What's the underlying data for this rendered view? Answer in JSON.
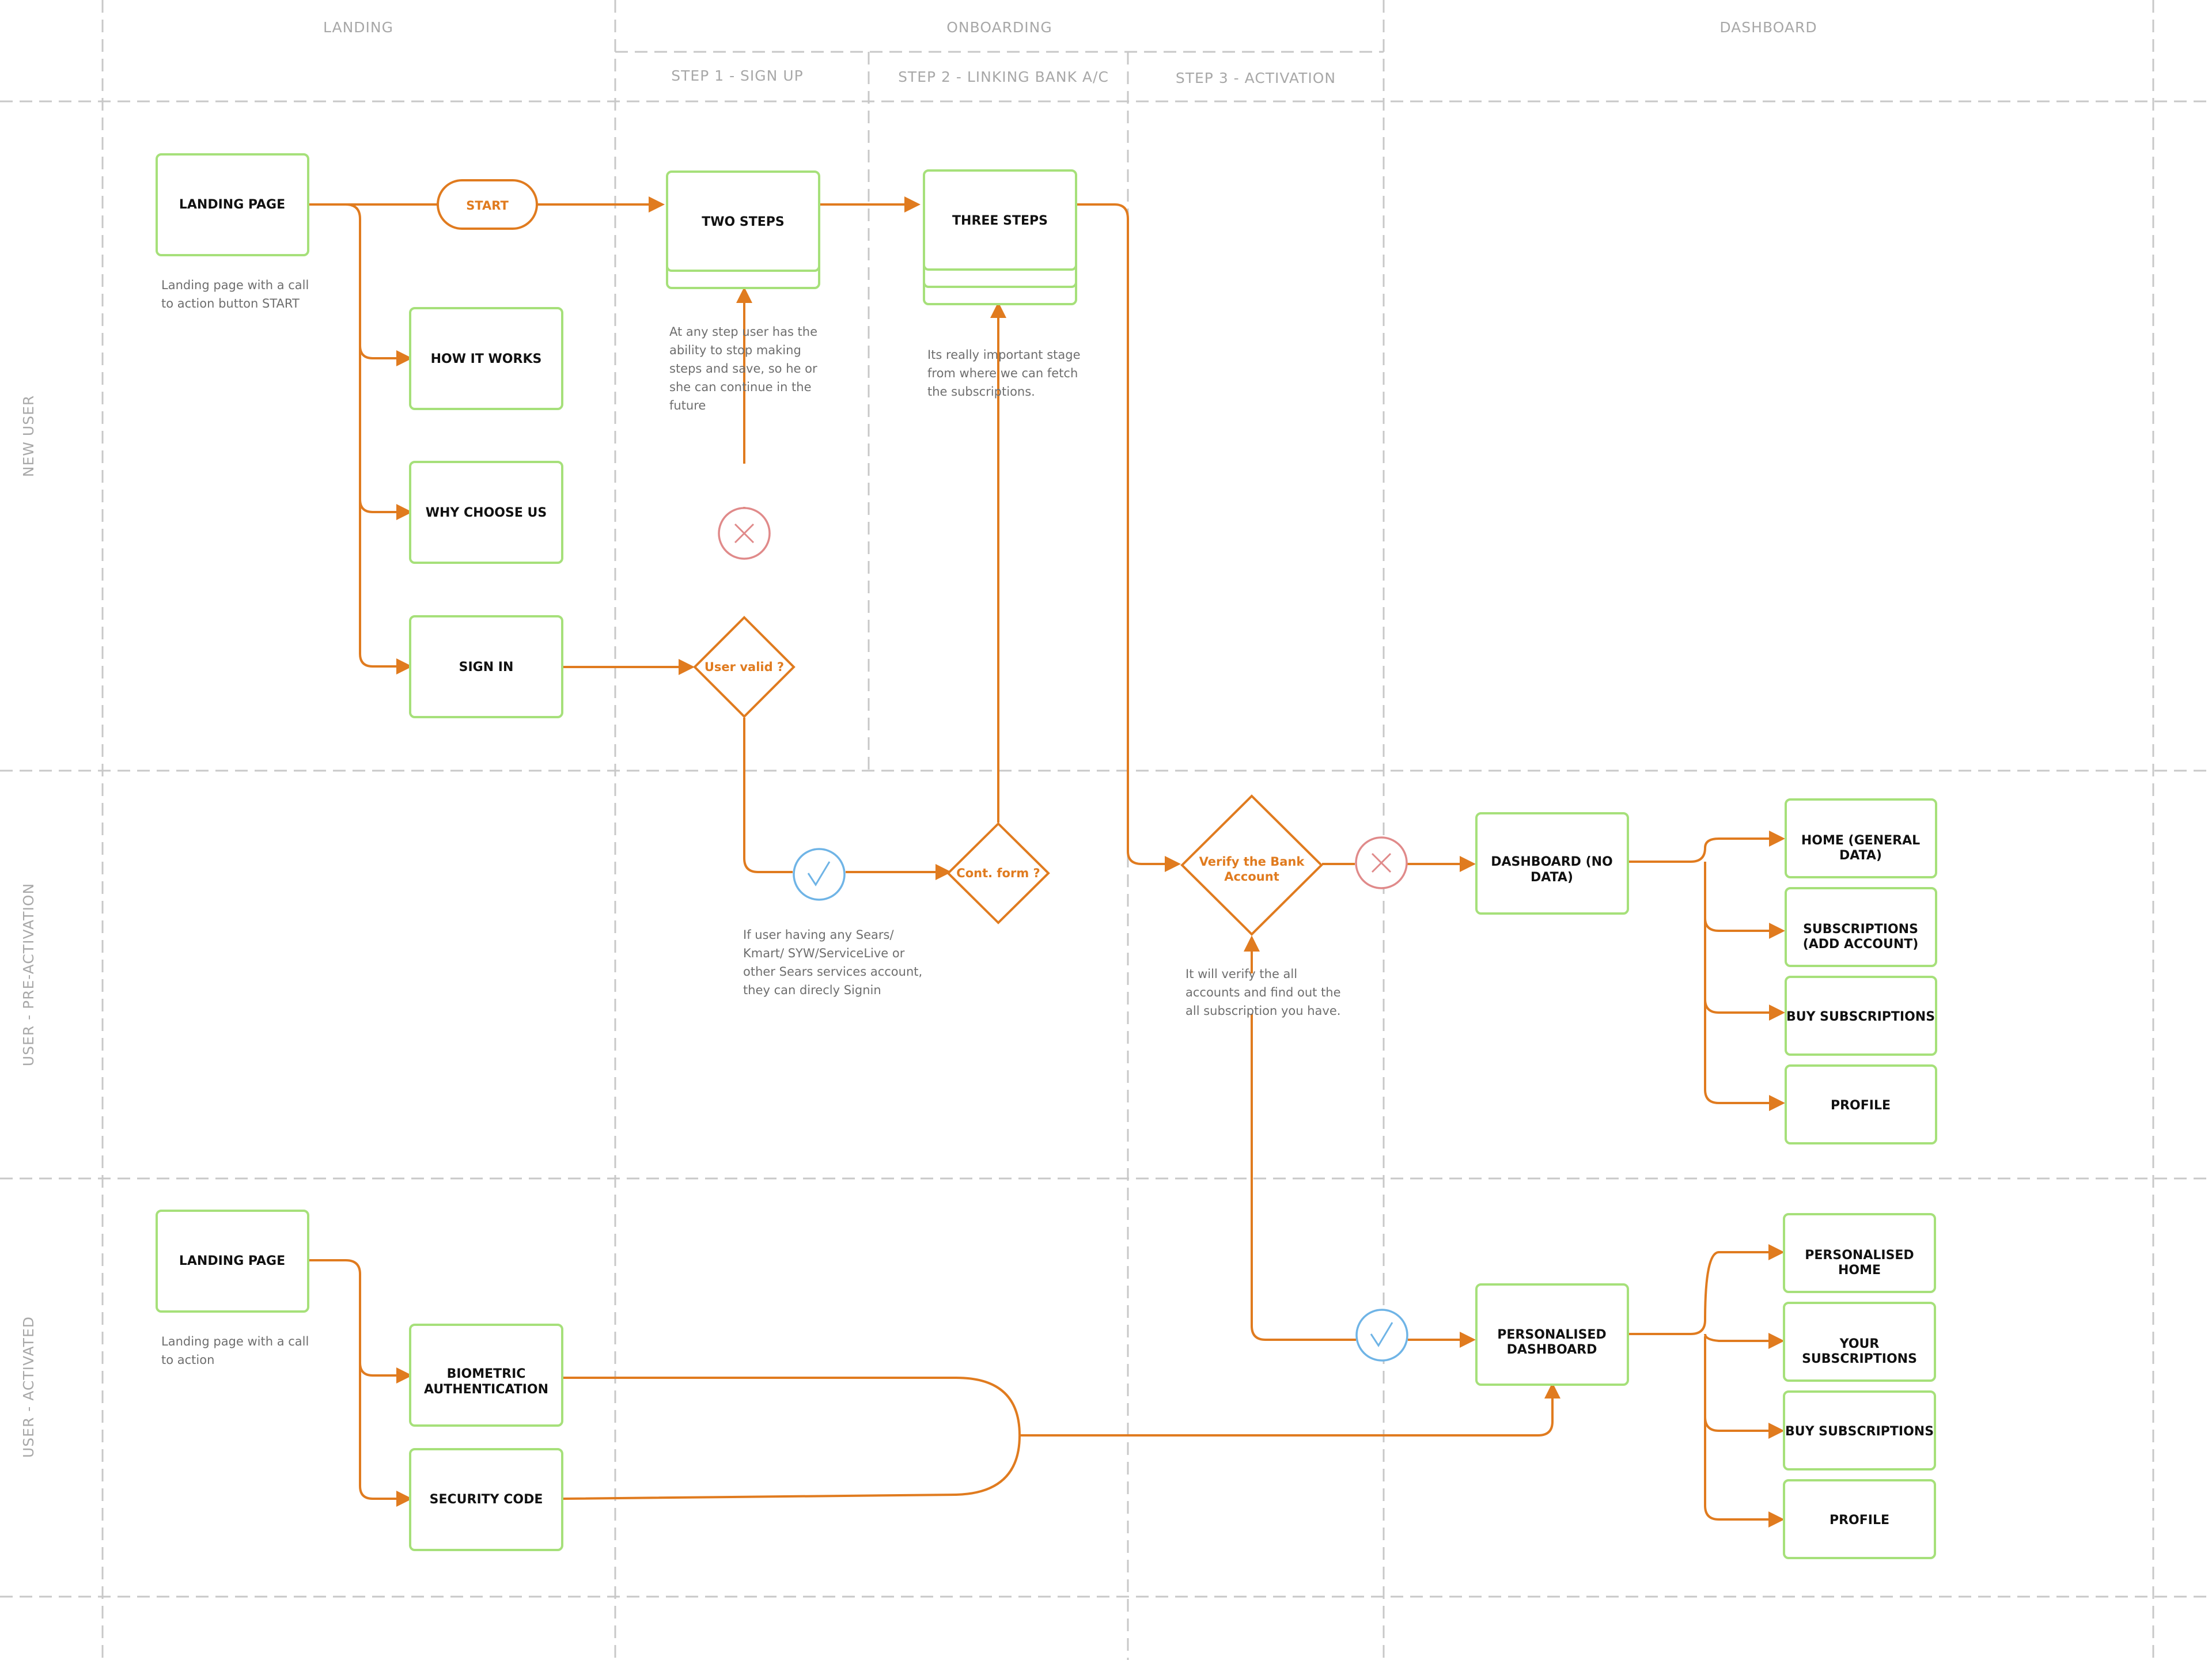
{
  "colors": {
    "flow": "#e07b1f",
    "box_border": "#a6e07a",
    "reject": "#e08a8a",
    "accept": "#6fb4e6",
    "grid": "#c8c8c8",
    "header_text": "#a8a8a8"
  },
  "columns": {
    "landing": "LANDING",
    "onboarding": "ONBOARDING",
    "dashboard": "DASHBOARD"
  },
  "steps": {
    "step1": "STEP 1 - SIGN UP",
    "step2": "STEP 2 - LINKING BANK A/C",
    "step3": "STEP 3 - ACTIVATION"
  },
  "lanes": {
    "new_user": "NEW USER",
    "pre_activation": "USER - PRE-ACTIVATION",
    "activated": "USER - ACTIVATED"
  },
  "nodes": {
    "landing_page_1": "LANDING PAGE",
    "start": "START",
    "two_steps": "TWO STEPS",
    "three_steps": "THREE STEPS",
    "how_it_works": "HOW IT WORKS",
    "why_choose_us": "WHY CHOOSE US",
    "sign_in": "SIGN IN",
    "user_valid": "User valid ?",
    "cont_form": "Cont. form ?",
    "verify_line1": "Verify the Bank",
    "verify_line2": "Account",
    "dash_nodata_1": "DASHBOARD (NO",
    "dash_nodata_2": "DATA)",
    "home_general_1": "HOME (GENERAL",
    "home_general_2": "DATA)",
    "subs_add_1": "SUBSCRIPTIONS",
    "subs_add_2": "(ADD ACCOUNT)",
    "buy_subs_1": "BUY SUBSCRIPTIONS",
    "profile_1": "PROFILE",
    "landing_page_2": "LANDING PAGE",
    "biometric_1": "BIOMETRIC",
    "biometric_2": "AUTHENTICATION",
    "security_code": "SECURITY CODE",
    "pers_dash_1": "PERSONALISED",
    "pers_dash_2": "DASHBOARD",
    "pers_home_1": "PERSONALISED",
    "pers_home_2": "HOME",
    "your_subs_1": "YOUR",
    "your_subs_2": "SUBSCRIPTIONS",
    "buy_subs_2": "BUY SUBSCRIPTIONS",
    "profile_2": "PROFILE"
  },
  "notes": {
    "landing1": [
      "Landing page with a call",
      "to action button START"
    ],
    "stop": [
      "At any step user has the",
      "ability to stop making",
      "steps and save, so he or",
      "she can continue in the",
      "future"
    ],
    "important": [
      "Its really important stage",
      "from where we can fetch",
      "the subscriptions."
    ],
    "sears": [
      "If user having any Sears/",
      "Kmart/ SYW/ServiceLive or",
      "other Sears services account,",
      "they can direcly Signin"
    ],
    "verify": [
      "It will verify the all",
      "accounts and find out the",
      "all subscription you have."
    ],
    "landing2": [
      "Landing page with a call",
      "to action"
    ]
  }
}
